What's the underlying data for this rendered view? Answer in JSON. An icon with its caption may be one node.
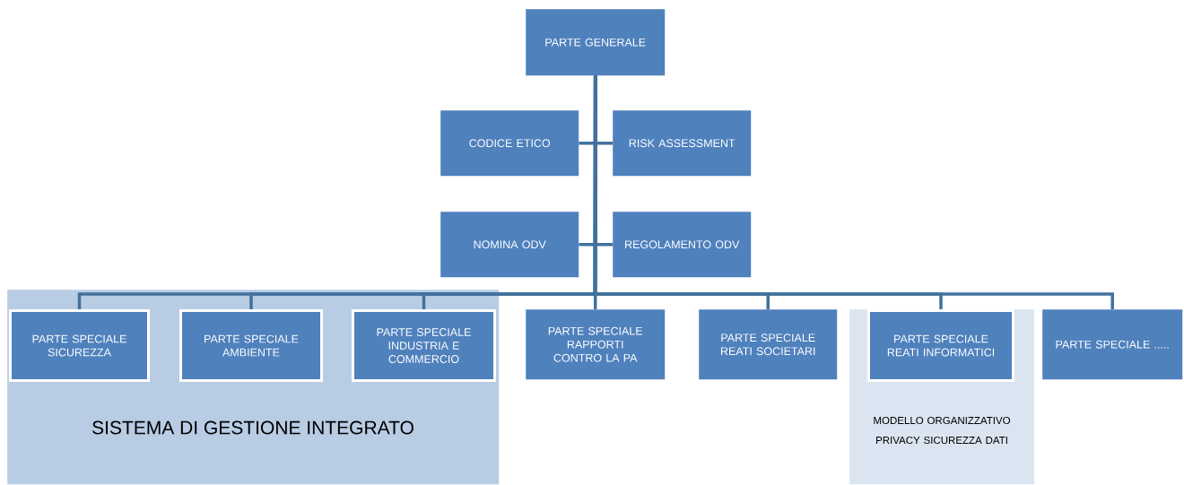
{
  "diagram": {
    "nodes": [
      {
        "text": [
          "PARTE GENERALE"
        ]
      },
      {
        "text": [
          "CODICE ETICO"
        ]
      },
      {
        "text": [
          "RISK ASSESSMENT"
        ]
      },
      {
        "text": [
          "NOMINA ODV"
        ]
      },
      {
        "text": [
          "REGOLAMENTO ODV"
        ]
      },
      {
        "text": [
          "SISTEMA DI GESTIONE INTEGRATO"
        ]
      },
      {
        "text": [
          "PARTE SPECIALE SICUREZZA"
        ],
        "in": 5
      },
      {
        "text": [
          "PARTE SPECIALE AMBIENTE"
        ],
        "in": 5
      },
      {
        "text": [
          "PARTE SPECIALE INDUSTRIA E COMMERCIO"
        ],
        "in": 5
      },
      {
        "text": [
          "PARTE SPECIALE RAPPORTI CONTRO LA PA"
        ]
      },
      {
        "text": [
          "PARTE SPECIALE REATI SOCIETARI"
        ]
      },
      {
        "text": [
          "MODELLO ORGANIZZATIVO PRIVACY SICUREZZA DATI"
        ]
      },
      {
        "text": [
          "PARTE SPECIALE REATI INFORMATICI"
        ],
        "in": 11
      },
      {
        "text": [
          "PARTE SPECIALE ....."
        ]
      }
    ],
    "edges": [
      {
        "from": 0,
        "to": 1,
        "arrow": "none"
      },
      {
        "from": 0,
        "to": 2,
        "arrow": "none"
      },
      {
        "from": 0,
        "to": 3,
        "arrow": "none"
      },
      {
        "from": 0,
        "to": 4,
        "arrow": "none"
      },
      {
        "from": 0,
        "to": 6,
        "arrow": "none"
      },
      {
        "from": 0,
        "to": 7,
        "arrow": "none"
      },
      {
        "from": 0,
        "to": 8,
        "arrow": "none"
      },
      {
        "from": 0,
        "to": 9,
        "arrow": "none"
      },
      {
        "from": 0,
        "to": 10,
        "arrow": "none"
      },
      {
        "from": 0,
        "to": 12,
        "arrow": "none"
      },
      {
        "from": 0,
        "to": 13,
        "arrow": "none"
      }
    ]
  }
}
